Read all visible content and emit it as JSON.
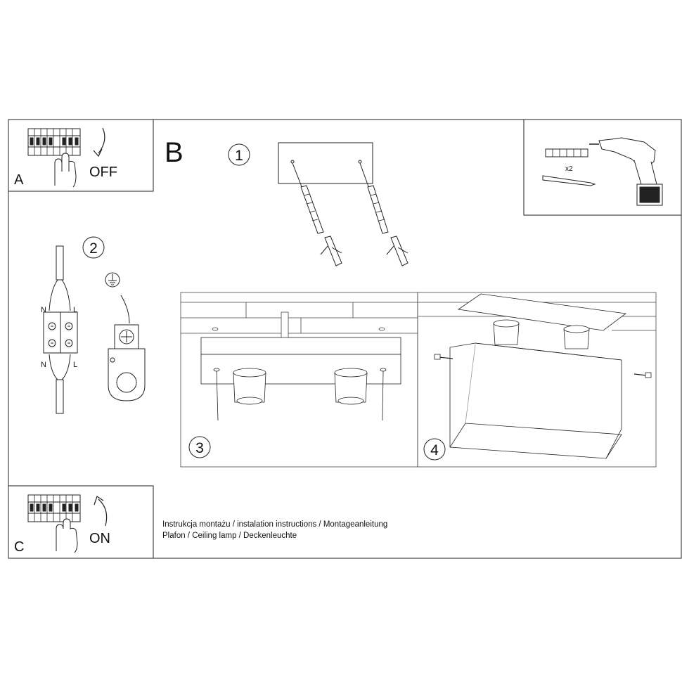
{
  "panels": {
    "a": {
      "letter": "A",
      "action": "OFF"
    },
    "b": {
      "letter": "B"
    },
    "c": {
      "letter": "C",
      "action": "ON"
    }
  },
  "steps": [
    "1",
    "2",
    "3",
    "4"
  ],
  "wiring": {
    "top_left": "N",
    "top_right": "L",
    "bottom_left": "N",
    "bottom_right": "L"
  },
  "tools": {
    "dowel_count": "x2"
  },
  "caption": {
    "line1": "Instrukcja montażu / instalation instructions / Montageanleitung",
    "line2": "Plafon / Ceiling lamp / Deckenleuchte"
  }
}
